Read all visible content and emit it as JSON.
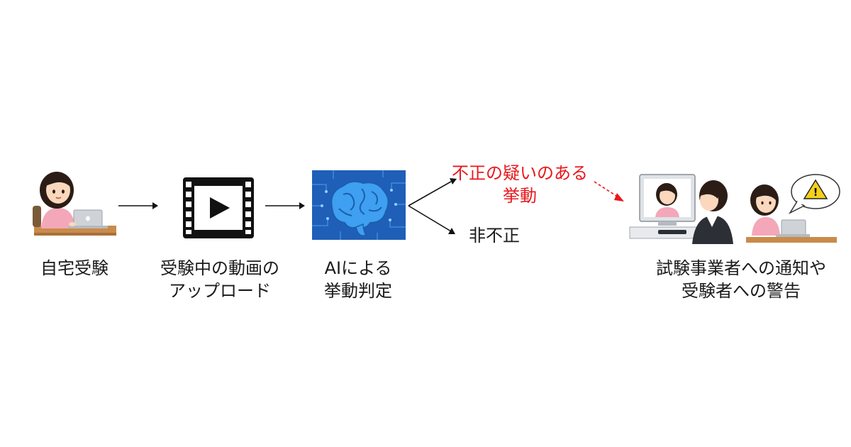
{
  "steps": {
    "home_exam": {
      "label": "自宅受験"
    },
    "upload": {
      "line1": "受験中の動画の",
      "line2": "アップロード"
    },
    "ai": {
      "line1": "AIによる",
      "line2": "挙動判定"
    },
    "notify": {
      "line1": "試験事業者への通知や",
      "line2": "受験者への警告"
    }
  },
  "branches": {
    "suspicious": {
      "line1": "不正の疑いのある",
      "line2": "挙動"
    },
    "not_fraud": {
      "label": "非不正"
    }
  },
  "warning_symbol": "!",
  "colors": {
    "suspicious_text": "#e8181c",
    "suspicious_arrow": "#e8181c",
    "chip_bg": "#1f5fb8",
    "brain": "#3f9ff0",
    "film": "#111111"
  }
}
